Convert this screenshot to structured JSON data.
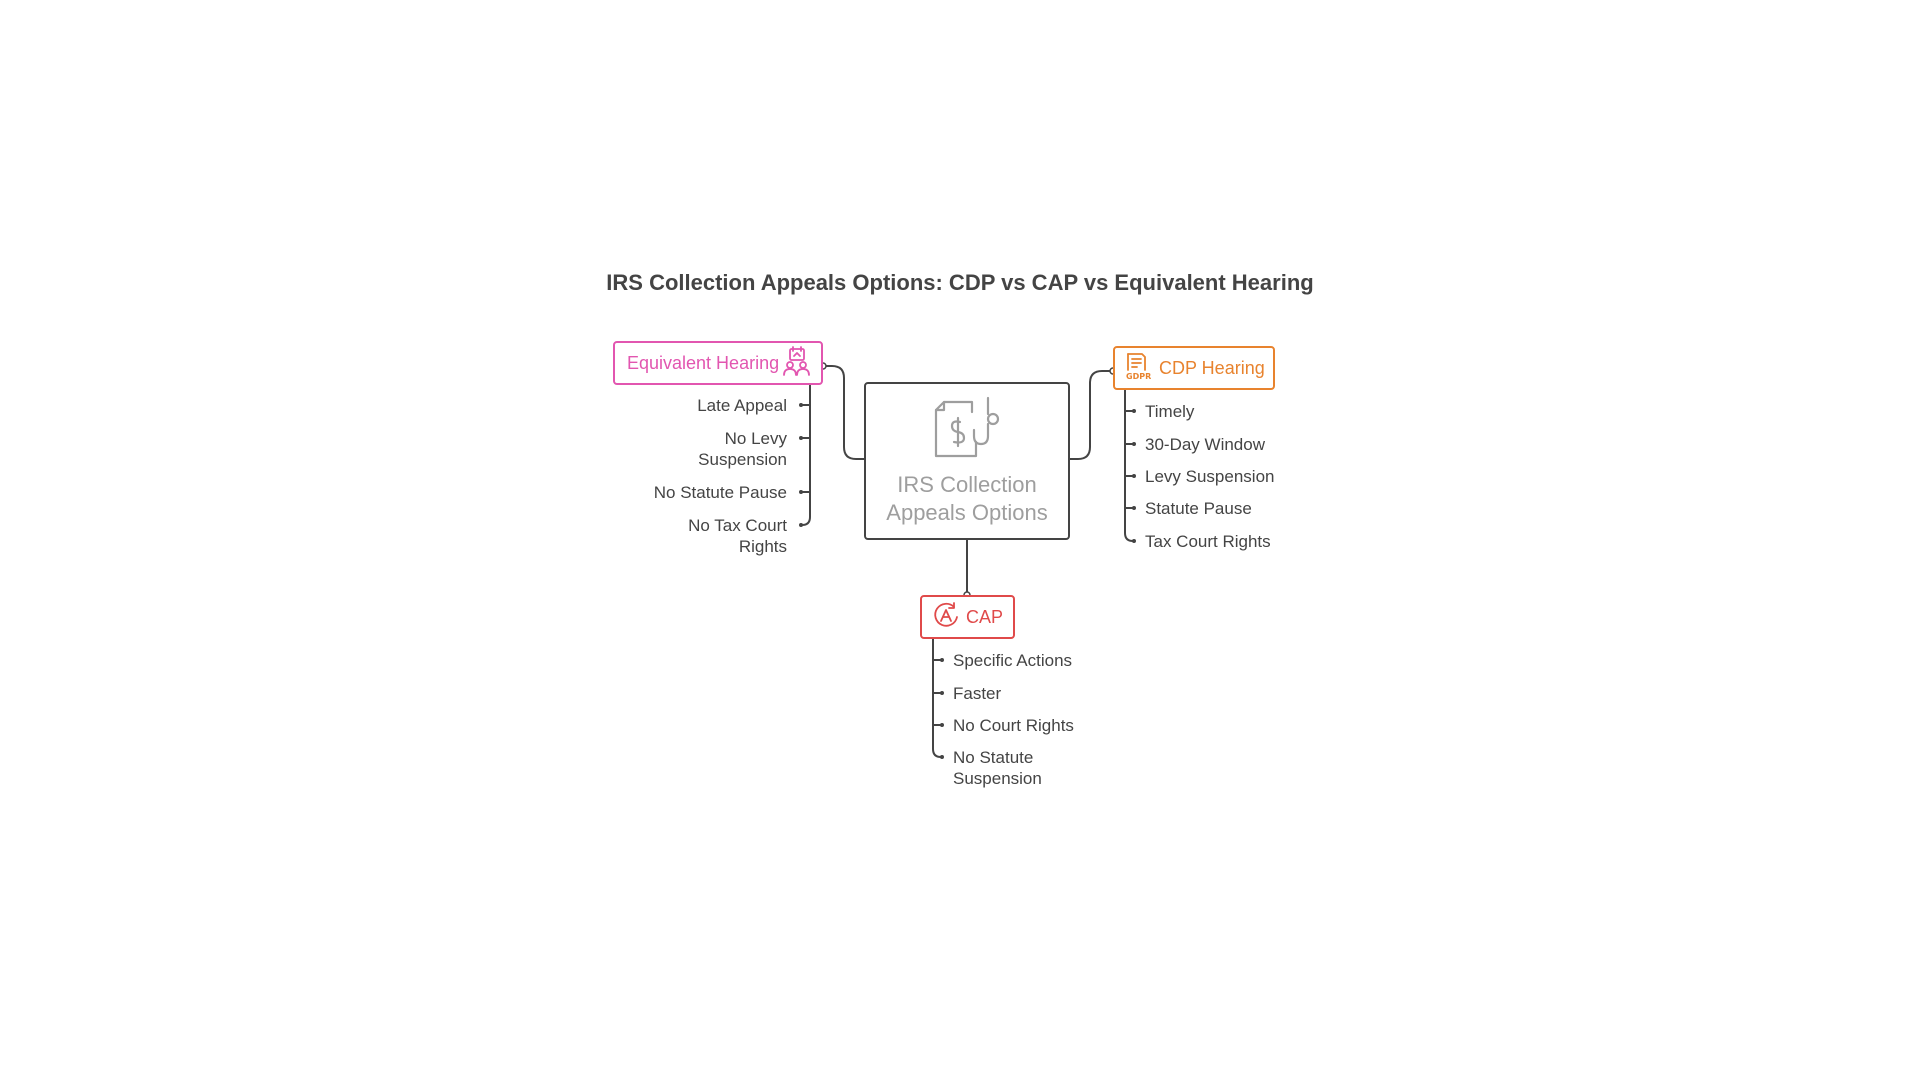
{
  "title": "IRS Collection Appeals Options: CDP vs CAP vs Equivalent Hearing",
  "center": {
    "label": "IRS Collection Appeals Options",
    "icon": "dollar-document-hook-icon"
  },
  "equivalent_hearing": {
    "label": "Equivalent Hearing",
    "icon": "people-calendar-icon",
    "color": "#e256b0",
    "items": [
      "Late Appeal",
      "No Levy Suspension",
      "No Statute Pause",
      "No Tax Court Rights"
    ]
  },
  "cdp_hearing": {
    "label": "CDP Hearing",
    "icon": "gdpr-document-icon",
    "color": "#e8832e",
    "items": [
      "Timely",
      "30-Day Window",
      "Levy Suspension",
      "Statute Pause",
      "Tax Court Rights"
    ]
  },
  "cap": {
    "label": "CAP",
    "icon": "appeal-arrows-icon",
    "color": "#e04a4a",
    "items": [
      "Specific Actions",
      "Faster",
      "No Court Rights",
      "No Statute Suspension"
    ]
  },
  "line_color": "#444444"
}
